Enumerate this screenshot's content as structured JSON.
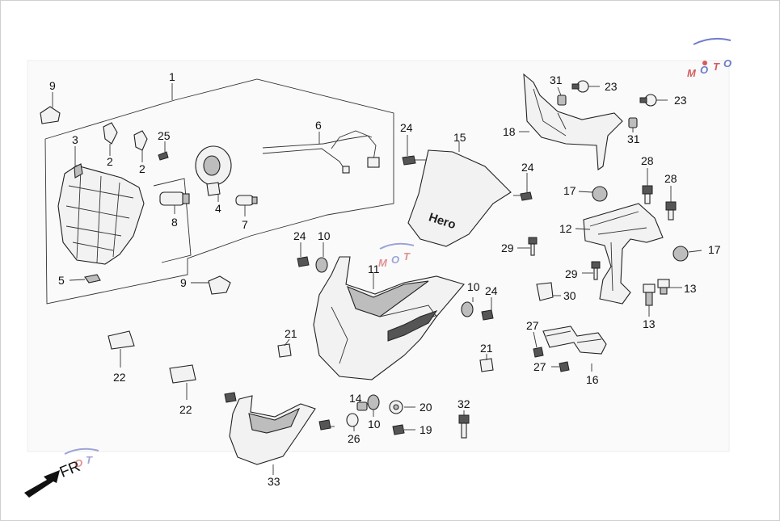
{
  "diagram": {
    "callouts": [
      {
        "id": "c1",
        "text": "1"
      },
      {
        "id": "c2a",
        "text": "2"
      },
      {
        "id": "c2b",
        "text": "2"
      },
      {
        "id": "c3",
        "text": "3"
      },
      {
        "id": "c4",
        "text": "4"
      },
      {
        "id": "c5",
        "text": "5"
      },
      {
        "id": "c6",
        "text": "6"
      },
      {
        "id": "c7",
        "text": "7"
      },
      {
        "id": "c8",
        "text": "8"
      },
      {
        "id": "c9a",
        "text": "9"
      },
      {
        "id": "c9b",
        "text": "9"
      },
      {
        "id": "c10a",
        "text": "10"
      },
      {
        "id": "c10b",
        "text": "10"
      },
      {
        "id": "c10c",
        "text": "10"
      },
      {
        "id": "c11",
        "text": "11"
      },
      {
        "id": "c12",
        "text": "12"
      },
      {
        "id": "c13a",
        "text": "13"
      },
      {
        "id": "c13b",
        "text": "13"
      },
      {
        "id": "c14",
        "text": "14"
      },
      {
        "id": "c15",
        "text": "15"
      },
      {
        "id": "c16",
        "text": "16"
      },
      {
        "id": "c17a",
        "text": "17"
      },
      {
        "id": "c17b",
        "text": "17"
      },
      {
        "id": "c18",
        "text": "18"
      },
      {
        "id": "c19",
        "text": "19"
      },
      {
        "id": "c20",
        "text": "20"
      },
      {
        "id": "c21a",
        "text": "21"
      },
      {
        "id": "c21b",
        "text": "21"
      },
      {
        "id": "c22a",
        "text": "22"
      },
      {
        "id": "c22b",
        "text": "22"
      },
      {
        "id": "c23a",
        "text": "23"
      },
      {
        "id": "c23b",
        "text": "23"
      },
      {
        "id": "c24a",
        "text": "24"
      },
      {
        "id": "c24b",
        "text": "24"
      },
      {
        "id": "c24c",
        "text": "24"
      },
      {
        "id": "c24d",
        "text": "24"
      },
      {
        "id": "c25",
        "text": "25"
      },
      {
        "id": "c26",
        "text": "26"
      },
      {
        "id": "c27a",
        "text": "27"
      },
      {
        "id": "c27b",
        "text": "27"
      },
      {
        "id": "c28a",
        "text": "28"
      },
      {
        "id": "c28b",
        "text": "28"
      },
      {
        "id": "c29a",
        "text": "29"
      },
      {
        "id": "c29b",
        "text": "29"
      },
      {
        "id": "c30",
        "text": "30"
      },
      {
        "id": "c31a",
        "text": "31"
      },
      {
        "id": "c31b",
        "text": "31"
      },
      {
        "id": "c32",
        "text": "32"
      },
      {
        "id": "c33",
        "text": "33"
      }
    ],
    "visor_brand": "Hero",
    "direction_label": "FR",
    "colors": {
      "line": "#222222",
      "part_fill": "#f2f2f2",
      "background": "#ffffff",
      "watermark_red": "#c62828",
      "watermark_blue": "#3f51b5"
    }
  }
}
